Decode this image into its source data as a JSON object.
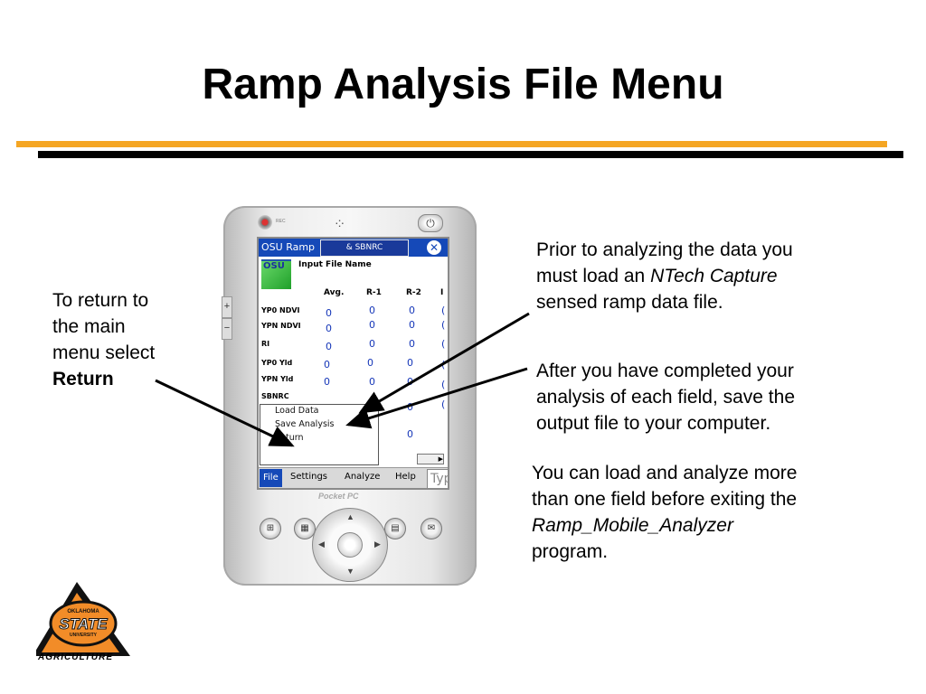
{
  "slide": {
    "title": "Ramp Analysis File Menu",
    "colors": {
      "accent_orange": "#f5a623",
      "rule_black": "#000000",
      "pda_title_blue": "#1549b8"
    }
  },
  "callouts": {
    "left": {
      "line1": "To return to",
      "line2": "the main",
      "line3": "menu select",
      "bold": "Return"
    },
    "right_top": {
      "line1": "Prior to analyzing the data you",
      "line2_pre": "must load an ",
      "line2_em": "NTech Capture",
      "line3": "sensed ramp data file."
    },
    "right_mid": {
      "line1": "After you have completed your",
      "line2": "analysis of each field, save the",
      "line3": "output file to your computer."
    },
    "right_bottom": {
      "line1": "You can load and analyze more",
      "line2": "than one field before exiting the",
      "line3_em": "Ramp_Mobile_Analyzer",
      "line4": "program."
    }
  },
  "pda": {
    "rec_label": "REC",
    "side_plus": "+",
    "side_minus": "−",
    "brand": "Pocket PC",
    "app": {
      "title": "OSU Ramp",
      "title_overlay": "& SBNRC",
      "close_glyph": "✕",
      "logo_text": "OSU",
      "input_file_label": "Input File Name",
      "columns": [
        "Avg.",
        "R-1",
        "R-2",
        "I"
      ],
      "rows": [
        {
          "label": "YP0 NDVI",
          "values": [
            "0",
            "0",
            "0",
            "("
          ]
        },
        {
          "label": "YPN NDVI",
          "values": [
            "0",
            "0",
            "0",
            "("
          ]
        },
        {
          "label": "RI",
          "values": [
            "0",
            "0",
            "0",
            "("
          ]
        },
        {
          "label": "YP0 Yld",
          "values": [
            "0",
            "0",
            "0",
            "("
          ]
        },
        {
          "label": "YPN Yld",
          "values": [
            "0",
            "0",
            "0",
            "("
          ]
        },
        {
          "label": "SBNRC",
          "values": [
            "",
            "",
            "0",
            "("
          ]
        }
      ],
      "extra_value": "0",
      "file_menu": {
        "items": [
          "Load Data",
          "Save Analysis",
          "Return"
        ]
      },
      "menubar": {
        "items": [
          "File",
          "Settings",
          "Analyze",
          "Help"
        ],
        "active": "File",
        "type_placeholder": "Type He"
      }
    },
    "hardware_buttons": [
      "start-icon",
      "calendar-icon",
      "contacts-icon",
      "mail-icon"
    ]
  },
  "logo": {
    "wordmark": "AGRICULTURE",
    "seal_text_top": "OKLAHOMA",
    "seal_text_mid": "STATE",
    "seal_text_bot": "UNIVERSITY"
  }
}
